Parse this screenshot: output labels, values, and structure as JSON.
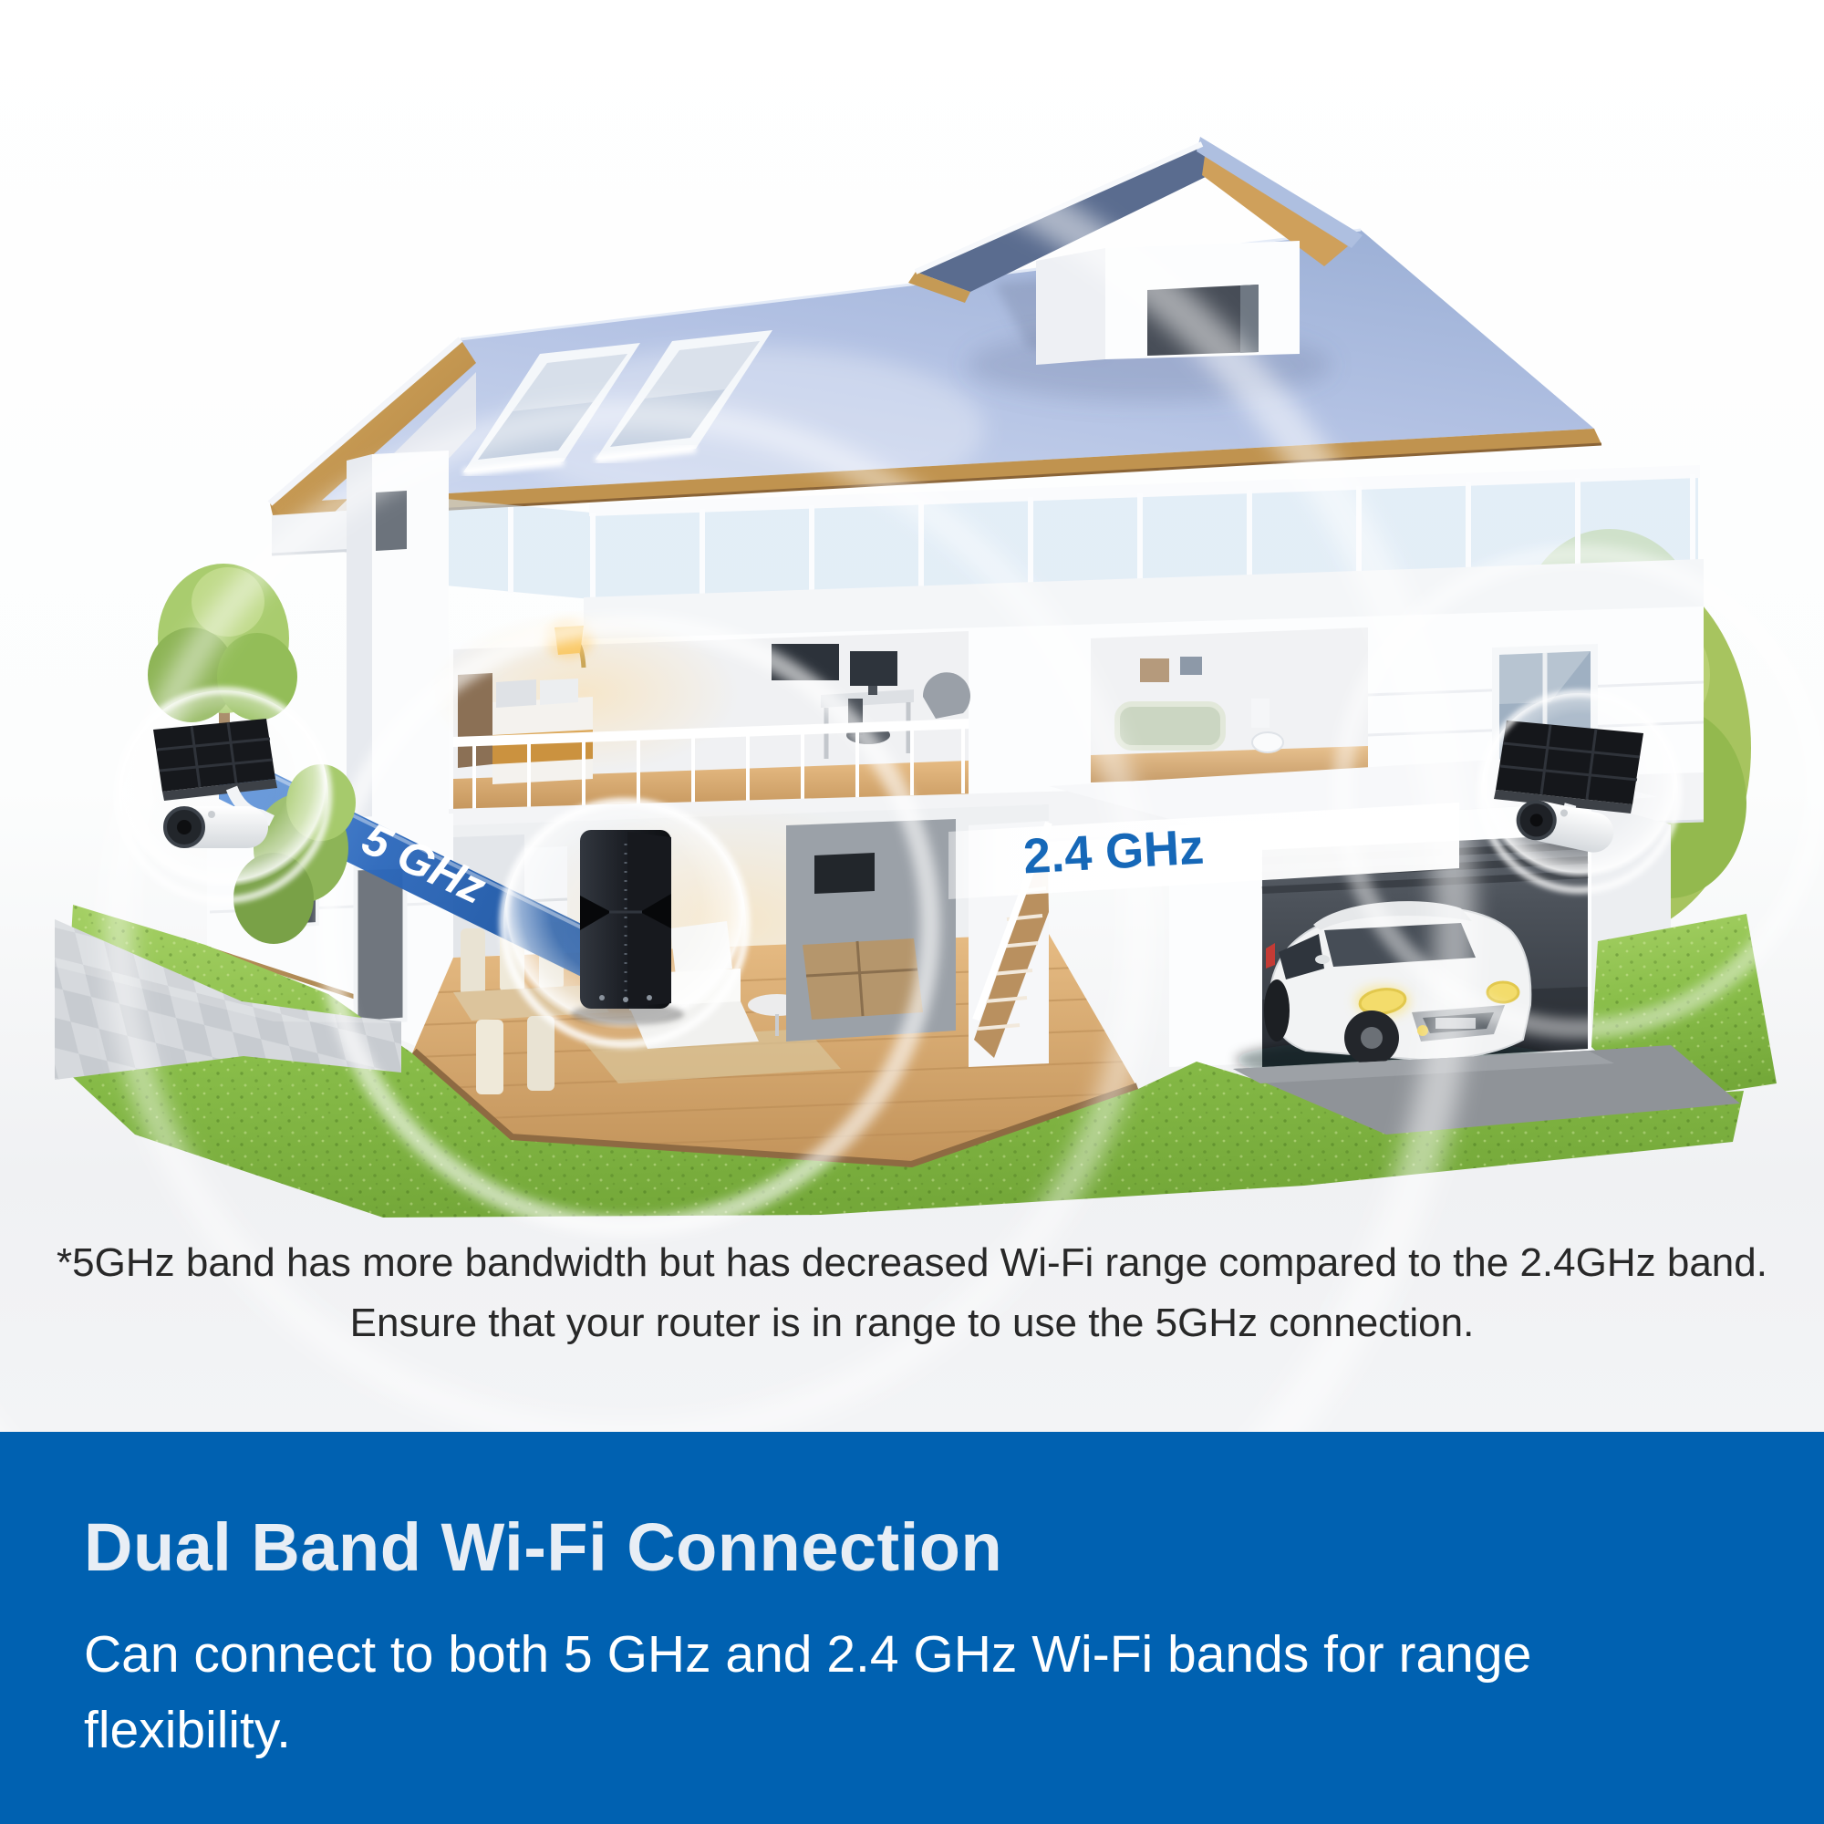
{
  "illustration": {
    "labels": {
      "band_5ghz": "5 GHz",
      "band_24ghz": "2.4 GHz"
    },
    "colors": {
      "banner_blue": "#0061B1",
      "band_label_blue": "#1668B8",
      "ribbon_blue": "#2B63B4",
      "roof_blue": "#AEBFE2",
      "grass_green": "#8BBF4B"
    }
  },
  "disclaimer": {
    "line1": "*5GHz band has more bandwidth but has decreased Wi-Fi range compared to the 2.4GHz band.",
    "line2": "Ensure that your router is in range to use the 5GHz connection."
  },
  "banner": {
    "heading": "Dual Band Wi-Fi Connection",
    "body": "Can connect to both 5 GHz and 2.4 GHz Wi-Fi bands for range flexibility."
  }
}
